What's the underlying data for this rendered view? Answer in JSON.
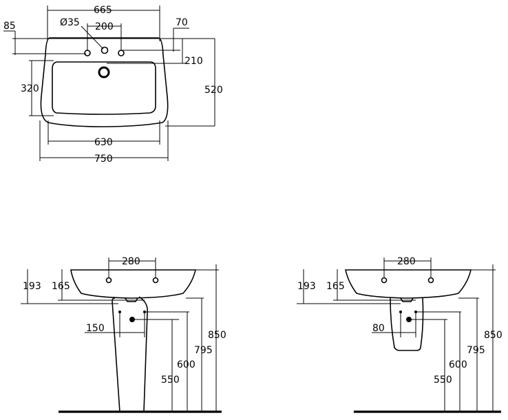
{
  "top_view": {
    "width_overall": "665",
    "hole_diameter": "Ø35",
    "tap_spacing": "200",
    "offset_left": "85",
    "offset_right": "70",
    "tap_depth": "210",
    "bowl_depth": "320",
    "depth_overall": "520",
    "bowl_width": "630",
    "total_width": "750"
  },
  "pedestal_view": {
    "tap_spacing": "280",
    "dim_193": "193",
    "dim_165": "165",
    "waste_offset": "150",
    "height_600": "600",
    "height_550": "550",
    "height_795": "795",
    "height_850": "850"
  },
  "semi_pedestal_view": {
    "tap_spacing": "280",
    "dim_193": "193",
    "dim_165": "165",
    "waste_offset": "80",
    "height_600": "600",
    "height_550": "550",
    "height_795": "795",
    "height_850": "850"
  }
}
